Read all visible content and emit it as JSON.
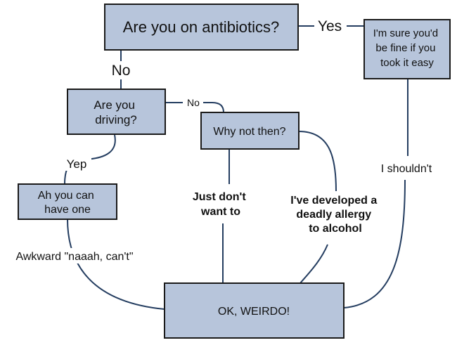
{
  "nodes": {
    "antibiotics": {
      "text": "Are you on antibiotics?"
    },
    "fine": {
      "lines": [
        "I'm sure you'd",
        "be fine if you",
        "took it easy"
      ]
    },
    "driving": {
      "lines": [
        "Are you",
        "driving?"
      ]
    },
    "why_not": {
      "text": "Why not then?"
    },
    "have_one": {
      "lines": [
        "Ah you can",
        "have one"
      ]
    },
    "weirdo": {
      "text": "OK, WEIRDO!"
    }
  },
  "edges": {
    "yes": "Yes",
    "no_main": "No",
    "no_small": "No",
    "yep": "Yep",
    "awkward": "Awkward \"naaah, can't\"",
    "just_dont": [
      "Just don't",
      "want to"
    ],
    "allergy": [
      "I've developed a",
      "deadly allergy",
      "to alcohol"
    ],
    "shouldnt": "I shouldn't"
  },
  "colors": {
    "box_fill": "#b7c5db",
    "box_stroke": "#1a1a1a",
    "connector": "#243d60",
    "text": "#111111"
  }
}
